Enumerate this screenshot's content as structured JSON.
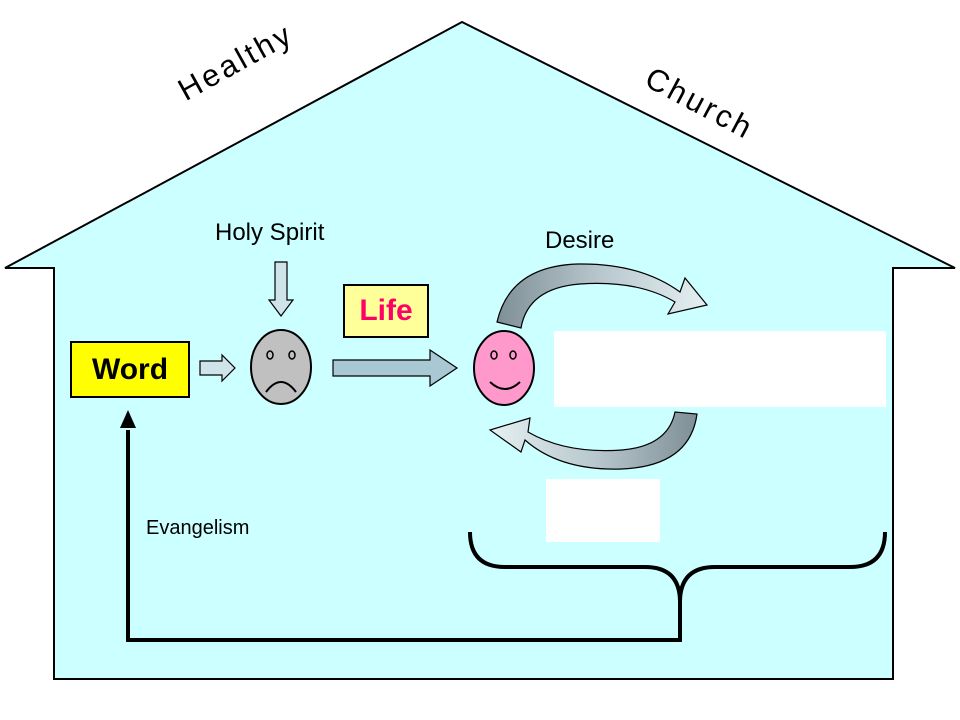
{
  "diagram": {
    "roof_left_word": "Healthy",
    "roof_right_word": "Church",
    "holy_spirit_label": "Holy Spirit",
    "desire_label": "Desire",
    "word_box_label": "Word",
    "life_box_label": "Life",
    "evangelism_label": "Evangelism"
  },
  "colors": {
    "house_fill": "#ccffff",
    "word_box_fill": "#ffff00",
    "life_box_fill": "#ffff99",
    "life_text": "#ff0066",
    "sad_face_fill": "#c0c0c0",
    "happy_face_fill": "#ff99cc",
    "arrow_fill": "#a8c8d4",
    "cycle_arrow_fill": "#90a0a8"
  }
}
